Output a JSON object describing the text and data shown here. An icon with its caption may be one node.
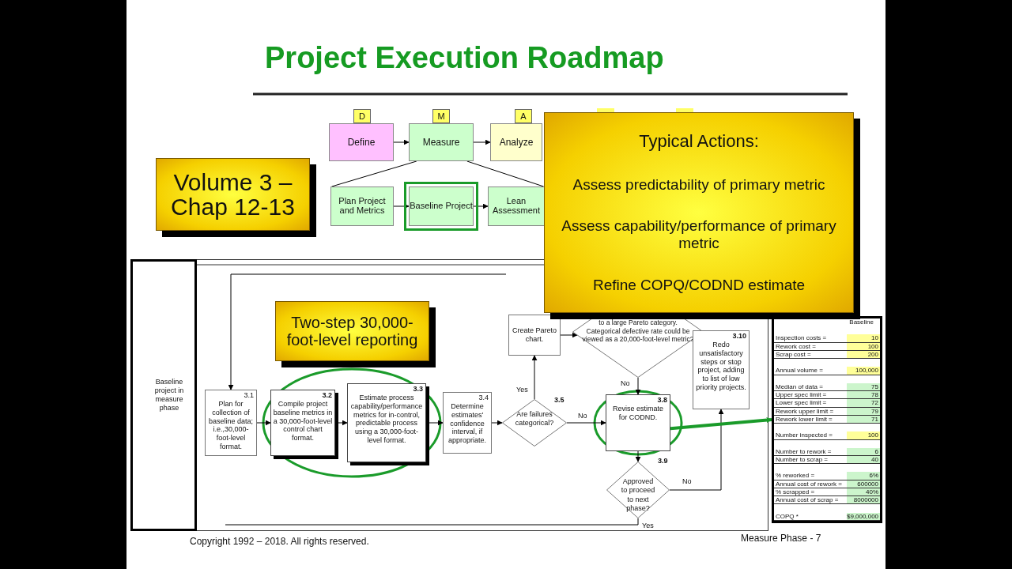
{
  "diagram": {
    "title": "Project Execution Roadmap",
    "nodes": [
      {
        "text": [
          "Volume 3 – Chap 12-13"
        ]
      },
      {
        "text": [
          "D"
        ]
      },
      {
        "text": [
          "M"
        ]
      },
      {
        "text": [
          "A"
        ]
      },
      {
        "text": [],
        "shape": "box"
      },
      {
        "text": [],
        "shape": "box"
      },
      {
        "text": [
          "Define"
        ]
      },
      {
        "text": [
          "Measure"
        ]
      },
      {
        "text": [
          "Analyze"
        ]
      },
      {
        "text": [
          "Plan Project and Metrics"
        ]
      },
      {
        "text": [
          "Baseline Project"
        ]
      },
      {
        "text": [
          "Lean Assessment"
        ]
      },
      {
        "text": [
          "Typical Actions:",
          "Assess predictability of primary metric",
          "Assess capability/performance of primary metric",
          "Refine COPQ/CODND estimate"
        ]
      },
      {
        "text": [
          "Baseline project in measure phase"
        ]
      },
      {
        "text": [
          "Two-step 30,000-foot-level reporting"
        ]
      },
      {
        "text": [
          "3.1",
          "Plan for collection of baseline data; i.e.,30,000-foot-level format."
        ]
      },
      {
        "text": [
          "3.2",
          "Compile project baseline metrics in a 30,000-foot-level control chart format."
        ]
      },
      {
        "text": [
          "3.3",
          "Estimate process capability/performance metrics for in-control, predictable process using a 30,000-foot-level format."
        ]
      },
      {
        "text": [
          "3.4",
          "Determine estimates' confidence interval, if appropriate."
        ]
      },
      {
        "text": [
          "Are failures categorical?"
        ],
        "beside": [
          "3.5"
        ]
      },
      {
        "text": [
          "Create Pareto chart."
        ]
      },
      {
        "text": [
          "to a large Pareto category. Categorical defective rate could be viewed as a 20,000-foot-level metric?"
        ]
      },
      {
        "text": [
          "3.8",
          "Revise estimate for CODND."
        ]
      },
      {
        "text": [
          "Approved to proceed to next phase?"
        ],
        "beside": [
          "3.9"
        ]
      },
      {
        "text": [
          "3.10",
          "Redo unsatisfactory steps or stop project, adding to list of low priority projects."
        ]
      },
      {
        "text": [
          "Baseline",
          "Inspection costs =",
          "10",
          "Rework cost =",
          "100",
          "Scrap cost =",
          "200",
          "Annual volume =",
          "100,000",
          "Median of data =",
          "75",
          "Upper spec limit =",
          "78",
          "Lower spec limit =",
          "72",
          "Rework upper limit =",
          "79",
          "Rework lower limit =",
          "71",
          "Number inspected =",
          "100",
          "Number to rework =",
          "6",
          "Number to scrap =",
          "40",
          "% reworked =",
          "6%",
          "Annual cost of rework =",
          "600000",
          "% scrapped =",
          "40%",
          "Annual cost of scrap =",
          "8000000",
          "COPQ *",
          "$9,000,000"
        ]
      }
    ],
    "edges": [
      {
        "from": 6,
        "to": 7,
        "arrow": "to"
      },
      {
        "from": 7,
        "to": 8,
        "arrow": "to"
      },
      {
        "from": 7,
        "to": 9,
        "arrow": "none"
      },
      {
        "from": 7,
        "to": 11,
        "arrow": "none"
      },
      {
        "from": 9,
        "to": 10,
        "arrow": "to"
      },
      {
        "from": 10,
        "to": 11,
        "arrow": "to"
      },
      {
        "from": null,
        "to": 15,
        "arrow": "to"
      },
      {
        "from": 15,
        "to": 16,
        "arrow": "to"
      },
      {
        "from": 16,
        "to": 17,
        "arrow": "to"
      },
      {
        "from": 17,
        "to": 18,
        "arrow": "to"
      },
      {
        "from": 18,
        "to": 19,
        "arrow": "to"
      },
      {
        "from": 19,
        "to": 20,
        "arrow": "to",
        "label": "Yes"
      },
      {
        "from": 19,
        "to": 22,
        "arrow": "to",
        "label": "No"
      },
      {
        "from": 20,
        "to": 21,
        "arrow": "to"
      },
      {
        "from": 21,
        "to": 22,
        "arrow": "to",
        "label": "No"
      },
      {
        "from": 22,
        "to": 23,
        "arrow": "to"
      },
      {
        "from": 23,
        "to": 24,
        "arrow": "to",
        "label": "No"
      },
      {
        "from": 23,
        "to": null,
        "arrow": "none",
        "label": "Yes"
      },
      {
        "from": 22,
        "to": 25,
        "arrow": "to",
        "style": "thick",
        "color": "#1a9b2a"
      }
    ],
    "labels": [
      "Copyright 1992 – 2018. All rights reserved.",
      "Measure Phase - 7"
    ]
  }
}
